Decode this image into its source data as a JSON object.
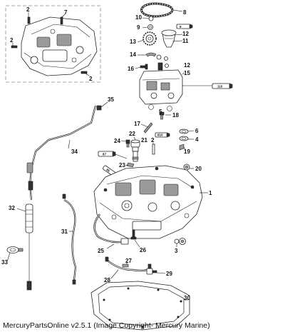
{
  "diagram": {
    "callouts": [
      {
        "id": "1",
        "label": "1"
      },
      {
        "id": "2a",
        "label": "2"
      },
      {
        "id": "2b",
        "label": "2"
      },
      {
        "id": "2c",
        "label": "2"
      },
      {
        "id": "3",
        "label": "3"
      },
      {
        "id": "4",
        "label": "4"
      },
      {
        "id": "5",
        "label": "5"
      },
      {
        "id": "6",
        "label": "6"
      },
      {
        "id": "7",
        "label": "7"
      },
      {
        "id": "8",
        "label": "8"
      },
      {
        "id": "9",
        "label": "9"
      },
      {
        "id": "10",
        "label": "10"
      },
      {
        "id": "11",
        "label": "11"
      },
      {
        "id": "12",
        "label": "12"
      },
      {
        "id": "13",
        "label": "13"
      },
      {
        "id": "14",
        "label": "14"
      },
      {
        "id": "15",
        "label": "15"
      },
      {
        "id": "16",
        "label": "16"
      },
      {
        "id": "17",
        "label": "17"
      },
      {
        "id": "18",
        "label": "18"
      },
      {
        "id": "19",
        "label": "19"
      },
      {
        "id": "20",
        "label": "20"
      },
      {
        "id": "21",
        "label": "21"
      },
      {
        "id": "22",
        "label": "22"
      },
      {
        "id": "23",
        "label": "23"
      },
      {
        "id": "24",
        "label": "24"
      },
      {
        "id": "25",
        "label": "25"
      },
      {
        "id": "26",
        "label": "26"
      },
      {
        "id": "27",
        "label": "27"
      },
      {
        "id": "28",
        "label": "28"
      },
      {
        "id": "29",
        "label": "29"
      },
      {
        "id": "30",
        "label": "30"
      },
      {
        "id": "31",
        "label": "31"
      },
      {
        "id": "32",
        "label": "32"
      },
      {
        "id": "33",
        "label": "33"
      },
      {
        "id": "34",
        "label": "34"
      },
      {
        "id": "35",
        "label": "35"
      }
    ],
    "tubes": {
      "t9": "9",
      "t110": "110",
      "t810": "810",
      "t87": "87",
      "t95": "95"
    }
  },
  "footer": {
    "text": "MercuryPartsOnline v2.5.1 (Image Copyright- Mercury Marine)"
  }
}
